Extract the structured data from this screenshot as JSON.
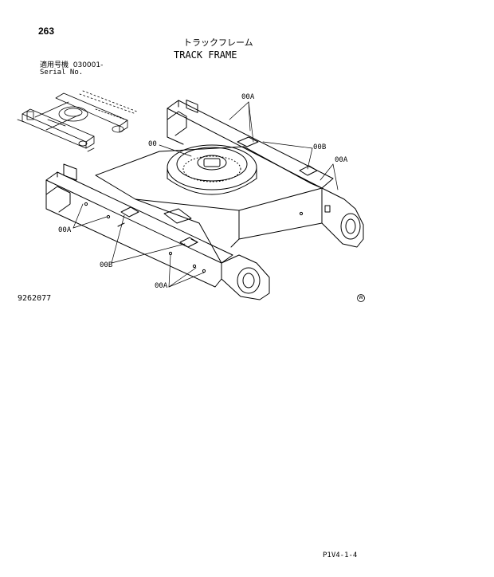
{
  "header": {
    "page_number": "263",
    "title_jp": "トラックフレーム",
    "title_en": "TRACK FRAME",
    "serial_label_jp": "適用号機",
    "serial_value": "030001-",
    "serial_label_en": "Serial No."
  },
  "callouts": [
    "00A",
    "00",
    "00B",
    "00A",
    "00A",
    "00B",
    "00A"
  ],
  "drawing_number": "9262077",
  "mark": "W",
  "footer": {
    "code": "P1V4-1-4"
  },
  "colors": {
    "ink": "#000000",
    "paper": "#ffffff"
  }
}
